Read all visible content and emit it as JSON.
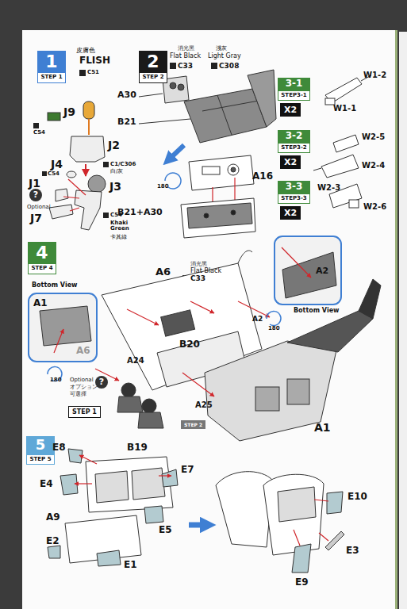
{
  "diagram": {
    "nodes": [
      {
        "text": [
          "1",
          "STEP 1"
        ]
      },
      {
        "text": [
          "2",
          "STEP 2"
        ]
      },
      {
        "text": [
          "3-1",
          "STEP3-1"
        ]
      },
      {
        "text": [
          "X2"
        ]
      },
      {
        "text": [
          "3-2",
          "STEP3-2"
        ]
      },
      {
        "text": [
          "X2"
        ]
      },
      {
        "text": [
          "3-3",
          "STEP3-3"
        ]
      },
      {
        "text": [
          "X2"
        ]
      },
      {
        "text": [
          "4",
          "STEP 4"
        ]
      },
      {
        "text": [
          "?"
        ]
      },
      {
        "text": [
          "?"
        ]
      },
      {
        "text": [
          "STEP 1"
        ]
      },
      {
        "text": [
          "STEP 2"
        ]
      },
      {
        "text": [
          "5",
          "STEP 5"
        ]
      }
    ],
    "labels": [
      "皮膚色",
      "FLISH",
      "C51",
      "J9",
      "C54",
      "J2",
      "J4",
      "J1",
      "C54",
      "Optional",
      "J7",
      "J3",
      "C1/C306",
      "白/灰",
      "C54",
      "Khaki Green",
      "卡其綠",
      "消光黑",
      "Flat Black",
      "C33",
      "淺灰",
      "Light Gray",
      "C308",
      "A30",
      "B21",
      "180",
      "A16",
      "B21+A30",
      "W1-2",
      "W1-1",
      "W2-5",
      "W2-4",
      "W2-3",
      "W2-6",
      "A6",
      "消光黑",
      "Flat Black",
      "C33",
      "Bottom View",
      "A1",
      "A6",
      "A2",
      "A2",
      "180",
      "Bottom View",
      "B20",
      "A24",
      "180",
      "Optional",
      "オプション",
      "可選擇",
      "A25",
      "A1",
      "E8",
      "B19",
      "E7",
      "E4",
      "E5",
      "A9",
      "E2",
      "E1",
      "E10",
      "E3",
      "E9"
    ]
  }
}
